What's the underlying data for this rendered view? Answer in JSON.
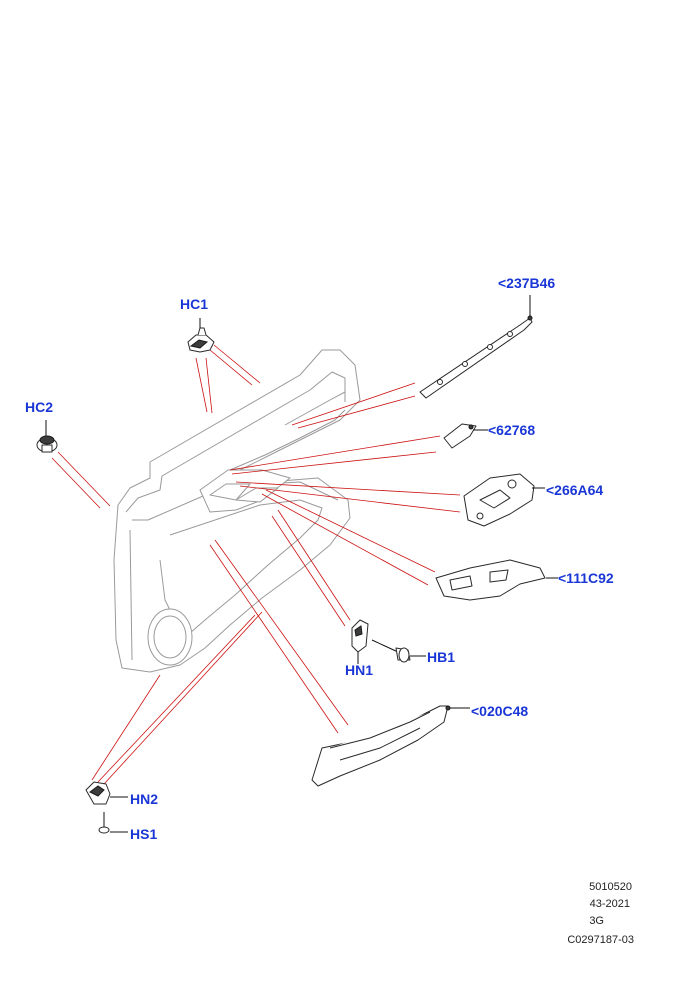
{
  "colors": {
    "label": "#1a36d6",
    "leader": "#cc1111",
    "outline": "#2a2a2a",
    "panel_outline": "#9a9a9a"
  },
  "labels": {
    "hc1": "HC1",
    "hc2": "HC2",
    "p237b46": "<237B46",
    "p62768": "<62768",
    "p266a64": "<266A64",
    "p111c92": "<111C92",
    "hn1": "HN1",
    "hb1": "HB1",
    "p020c48": "<020C48",
    "hn2": "HN2",
    "hs1": "HS1"
  },
  "reference": {
    "line1": "5010520",
    "line2": "43-2021",
    "line3": "3G",
    "line4": "C0297187-03"
  }
}
